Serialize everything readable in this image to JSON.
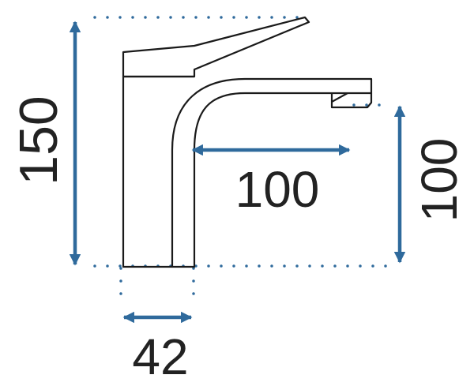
{
  "dimensions": {
    "height_total": {
      "label": "150"
    },
    "spout_reach": {
      "label": "100"
    },
    "spout_height": {
      "label": "100"
    },
    "base_width": {
      "label": "42"
    }
  },
  "colors": {
    "arrow": "#2f6a9c",
    "dots": "#2f6a9c",
    "outline": "#1a1a1a",
    "text": "#222222"
  }
}
